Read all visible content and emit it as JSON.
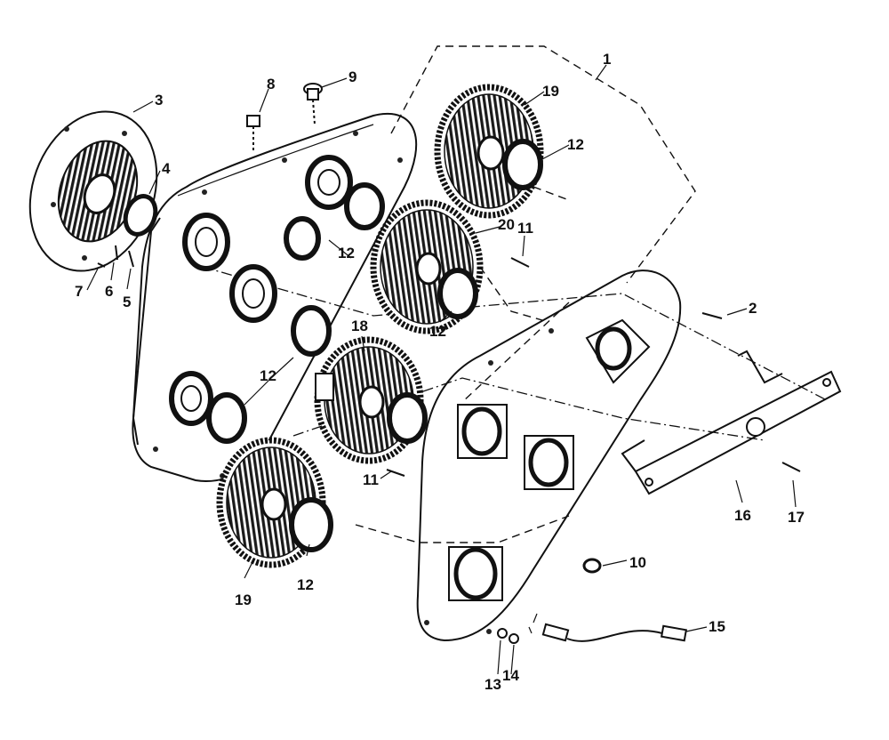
{
  "callouts": [
    {
      "id": "c1",
      "text": "1"
    },
    {
      "id": "c2",
      "text": "2"
    },
    {
      "id": "c3",
      "text": "3"
    },
    {
      "id": "c4",
      "text": "4"
    },
    {
      "id": "c5",
      "text": "5"
    },
    {
      "id": "c6",
      "text": "6"
    },
    {
      "id": "c7",
      "text": "7"
    },
    {
      "id": "c8",
      "text": "8"
    },
    {
      "id": "c9",
      "text": "9"
    },
    {
      "id": "c10",
      "text": "10"
    },
    {
      "id": "c11a",
      "text": "11"
    },
    {
      "id": "c11b",
      "text": "11"
    },
    {
      "id": "c12a",
      "text": "12"
    },
    {
      "id": "c12b",
      "text": "12"
    },
    {
      "id": "c12c",
      "text": "12"
    },
    {
      "id": "c12d",
      "text": "12"
    },
    {
      "id": "c12e",
      "text": "12"
    },
    {
      "id": "c13",
      "text": "13"
    },
    {
      "id": "c14",
      "text": "14"
    },
    {
      "id": "c15",
      "text": "15"
    },
    {
      "id": "c16",
      "text": "16"
    },
    {
      "id": "c17",
      "text": "17"
    },
    {
      "id": "c18",
      "text": "18"
    },
    {
      "id": "c19a",
      "text": "19"
    },
    {
      "id": "c19b",
      "text": "19"
    },
    {
      "id": "c20",
      "text": "20"
    }
  ]
}
